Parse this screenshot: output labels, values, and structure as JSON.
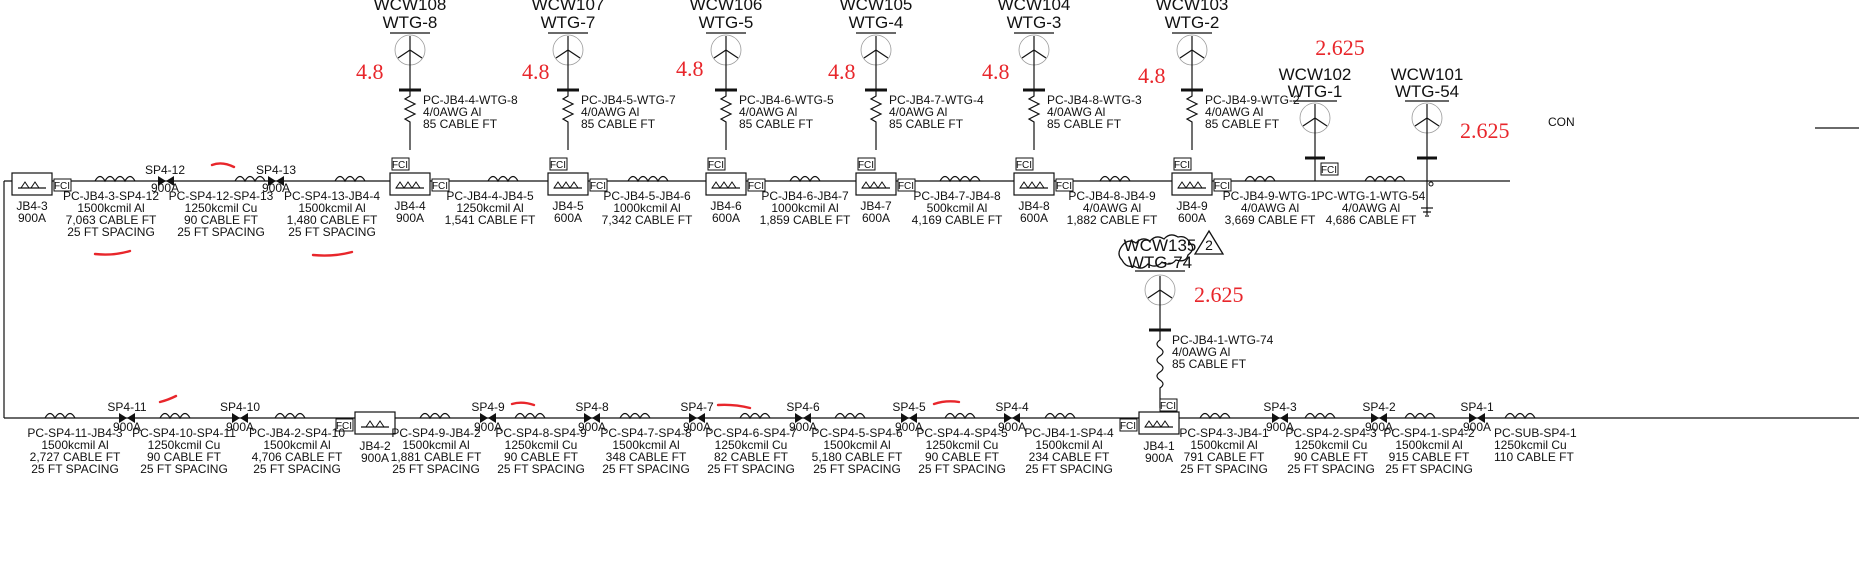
{
  "turbines_top": [
    {
      "id": "WCW108",
      "wtg": "WTG-8",
      "rating": "4.8",
      "cable": [
        "PC-JB4-4-WTG-8",
        "4/0AWG Al",
        "85 CABLE FT"
      ]
    },
    {
      "id": "WCW107",
      "wtg": "WTG-7",
      "rating": "4.8",
      "cable": [
        "PC-JB4-5-WTG-7",
        "4/0AWG Al",
        "85 CABLE FT"
      ]
    },
    {
      "id": "WCW106",
      "wtg": "WTG-5",
      "rating": "4.8",
      "cable": [
        "PC-JB4-6-WTG-5",
        "4/0AWG Al",
        "85 CABLE FT"
      ]
    },
    {
      "id": "WCW105",
      "wtg": "WTG-4",
      "rating": "4.8",
      "cable": [
        "PC-JB4-7-WTG-4",
        "4/0AWG Al",
        "85 CABLE FT"
      ]
    },
    {
      "id": "WCW104",
      "wtg": "WTG-3",
      "rating": "4.8",
      "cable": [
        "PC-JB4-8-WTG-3",
        "4/0AWG Al",
        "85 CABLE FT"
      ]
    },
    {
      "id": "WCW103",
      "wtg": "WTG-2",
      "rating": "4.8",
      "cable": [
        "PC-JB4-9-WTG-2",
        "4/0AWG Al",
        "85 CABLE FT"
      ]
    }
  ],
  "turbines_small": [
    {
      "id": "WCW102",
      "wtg": "WTG-1",
      "rating": "2.625"
    },
    {
      "id": "WCW101",
      "wtg": "WTG-54",
      "rating": "2.625"
    }
  ],
  "fci_label": "FCI",
  "con_label": "CON",
  "top_boxes": [
    {
      "name": "JB4-3",
      "amp": "900A"
    },
    {
      "name": "JB4-4",
      "amp": "900A"
    },
    {
      "name": "JB4-5",
      "amp": "600A"
    },
    {
      "name": "JB4-6",
      "amp": "600A"
    },
    {
      "name": "JB4-7",
      "amp": "600A"
    },
    {
      "name": "JB4-8",
      "amp": "600A"
    },
    {
      "name": "JB4-9",
      "amp": "600A"
    }
  ],
  "top_switches": [
    {
      "name": "SP4-12",
      "amp": "900A"
    },
    {
      "name": "SP4-13",
      "amp": "900A"
    }
  ],
  "top_cables": [
    [
      "PC-JB4-3-SP4-12",
      "1500kcmil Al",
      "7,063 CABLE FT",
      "25 FT SPACING"
    ],
    [
      "PC-SP4-12-SP4-13",
      "1250kcmil Cu",
      "90 CABLE FT",
      "25 FT SPACING"
    ],
    [
      "PC-SP4-13-JB4-4",
      "1500kcmil Al",
      "1,480 CABLE FT",
      "25 FT SPACING"
    ],
    [
      "PC-JB4-4-JB4-5",
      "1250kcmil Al",
      "1,541 CABLE FT"
    ],
    [
      "PC-JB4-5-JB4-6",
      "1000kcmil Al",
      "7,342 CABLE FT"
    ],
    [
      "PC-JB4-6-JB4-7",
      "1000kcmil Al",
      "1,859 CABLE FT"
    ],
    [
      "PC-JB4-7-JB4-8",
      "500kcmil Al",
      "4,169 CABLE FT"
    ],
    [
      "PC-JB4-8-JB4-9",
      "4/0AWG Al",
      "1,882 CABLE FT"
    ],
    [
      "PC-JB4-9-WTG-1",
      "4/0AWG Al",
      "3,669 CABLE FT"
    ],
    [
      "PC-WTG-1-WTG-54",
      "4/0AWG Al",
      "4,686 CABLE FT"
    ]
  ],
  "mid_turbine": {
    "id": "WCW135",
    "wtg": "WTG-74",
    "rev": "2",
    "rating": "2.625",
    "cable": [
      "PC-JB4-1-WTG-74",
      "4/0AWG Al",
      "85 CABLE FT"
    ]
  },
  "bottom_switches": [
    {
      "name": "SP4-11",
      "amp": "900A"
    },
    {
      "name": "SP4-10",
      "amp": "900A"
    },
    {
      "name": "SP4-9",
      "amp": "900A"
    },
    {
      "name": "SP4-8",
      "amp": "900A"
    },
    {
      "name": "SP4-7",
      "amp": "900A"
    },
    {
      "name": "SP4-6",
      "amp": "900A"
    },
    {
      "name": "SP4-5",
      "amp": "900A"
    },
    {
      "name": "SP4-4",
      "amp": "900A"
    },
    {
      "name": "SP4-3",
      "amp": "900A"
    },
    {
      "name": "SP4-2",
      "amp": "900A"
    },
    {
      "name": "SP4-1",
      "amp": "900A"
    }
  ],
  "bottom_boxes": [
    {
      "name": "JB4-2",
      "amp": "900A"
    },
    {
      "name": "JB4-1",
      "amp": "900A"
    }
  ],
  "bottom_cables": [
    [
      "PC-SP4-11-JB4-3",
      "1500kcmil Al",
      "2,727 CABLE FT",
      "25 FT SPACING"
    ],
    [
      "PC-SP4-10-SP4-11",
      "1250kcmil Cu",
      "90 CABLE FT",
      "25 FT SPACING"
    ],
    [
      "PC-JB4-2-SP4-10",
      "1500kcmil Al",
      "4,706 CABLE FT",
      "25 FT SPACING"
    ],
    [
      "PC-SP4-9-JB4-2",
      "1500kcmil Al",
      "1,881 CABLE FT",
      "25 FT SPACING"
    ],
    [
      "PC-SP4-8-SP4-9",
      "1250kcmil Cu",
      "90 CABLE FT",
      "25 FT SPACING"
    ],
    [
      "PC-SP4-7-SP4-8",
      "1500kcmil Al",
      "348 CABLE FT",
      "25 FT SPACING"
    ],
    [
      "PC-SP4-6-SP4-7",
      "1250kcmil Cu",
      "82 CABLE FT",
      "25 FT SPACING"
    ],
    [
      "PC-SP4-5-SP4-6",
      "1500kcmil Al",
      "5,180 CABLE FT",
      "25 FT SPACING"
    ],
    [
      "PC-SP4-4-SP4-5",
      "1250kcmil Cu",
      "90 CABLE FT",
      "25 FT SPACING"
    ],
    [
      "PC-JB4-1-SP4-4",
      "1500kcmil Al",
      "234 CABLE FT",
      "25 FT SPACING"
    ],
    [
      "PC-SP4-3-JB4-1",
      "1500kcmil Al",
      "791 CABLE FT",
      "25 FT SPACING"
    ],
    [
      "PC-SP4-2-SP4-3",
      "1250kcmil Cu",
      "90 CABLE FT",
      "25 FT SPACING"
    ],
    [
      "PC-SP4-1-SP4-2",
      "1500kcmil Al",
      "915 CABLE FT",
      "25 FT SPACING"
    ],
    [
      "PC-SUB-SP4-1",
      "1250kcmil Cu",
      "110 CABLE FT"
    ]
  ],
  "colors": {
    "line": "#111111",
    "markup": "#e8262b"
  }
}
